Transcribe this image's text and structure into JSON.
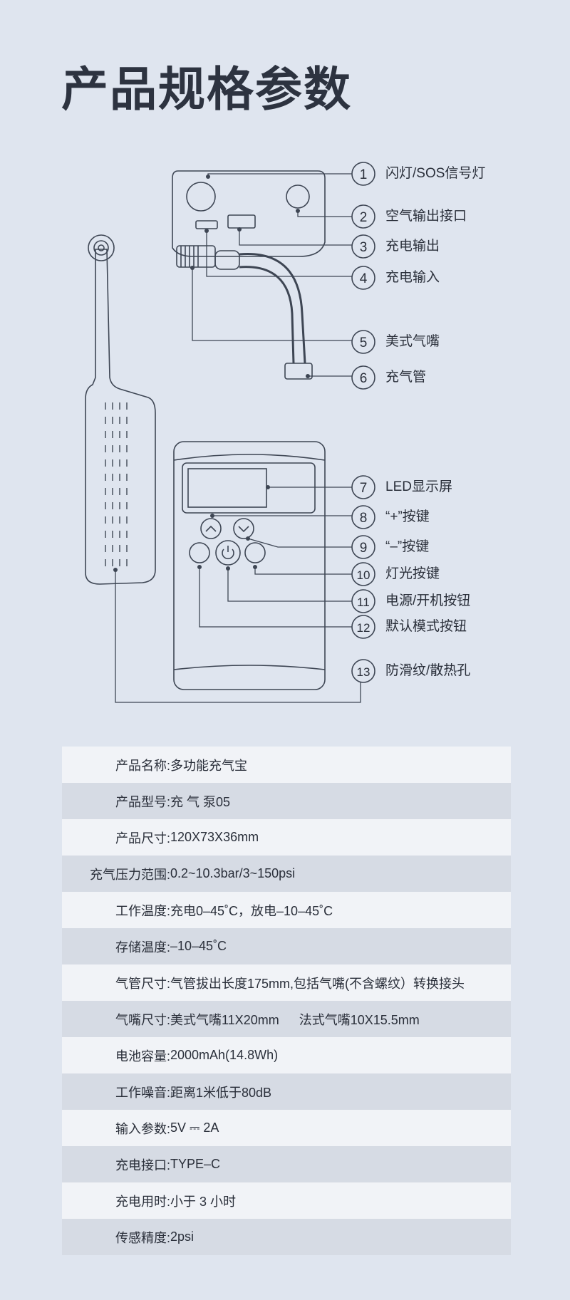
{
  "title": "产品规格参数",
  "callouts": [
    {
      "num": "1",
      "label": "闪灯/SOS信号灯"
    },
    {
      "num": "2",
      "label": "空气输出接口"
    },
    {
      "num": "3",
      "label": "充电输出"
    },
    {
      "num": "4",
      "label": "充电输入"
    },
    {
      "num": "5",
      "label": "美式气嘴"
    },
    {
      "num": "6",
      "label": "充气管"
    },
    {
      "num": "7",
      "label": "LED显示屏"
    },
    {
      "num": "8",
      "label": "“+”按键"
    },
    {
      "num": "9",
      "label": "“–”按键"
    },
    {
      "num": "10",
      "label": "灯光按键"
    },
    {
      "num": "11",
      "label": "电源/开机按钮"
    },
    {
      "num": "12",
      "label": "默认模式按钮"
    },
    {
      "num": "13",
      "label": "防滑纹/散热孔"
    }
  ],
  "specs": [
    {
      "key": "产品名称:",
      "value": "多功能充气宝"
    },
    {
      "key": "产品型号:",
      "value": "充 气 泵05"
    },
    {
      "key": "产品尺寸:",
      "value": "120X73X36mm"
    },
    {
      "key": "充气压力范围:",
      "value": "0.2~10.3bar/3~150psi"
    },
    {
      "key": "工作温度:",
      "value": "充电0–45˚C，放电–10–45˚C"
    },
    {
      "key": "存储温度:",
      "value": "–10–45˚C"
    },
    {
      "key": "气管尺寸:",
      "value": "气管拔出长度175mm,包括气嘴(不含螺纹）转换接头"
    },
    {
      "key": "气嘴尺寸:",
      "value": "美式气嘴11X20mm",
      "value2": "法式气嘴10X15.5mm"
    },
    {
      "key": "电池容量:",
      "value": "2000mAh(14.8Wh)"
    },
    {
      "key": "工作噪音:",
      "value": "距离1米低于80dB"
    },
    {
      "key": "输入参数:",
      "value": "5V ⎓ 2A"
    },
    {
      "key": "充电接口:",
      "value": "TYPE–C"
    },
    {
      "key": "充电用时:",
      "value": "小于 3 小时"
    },
    {
      "key": "传感精度:",
      "value": "2psi"
    }
  ]
}
